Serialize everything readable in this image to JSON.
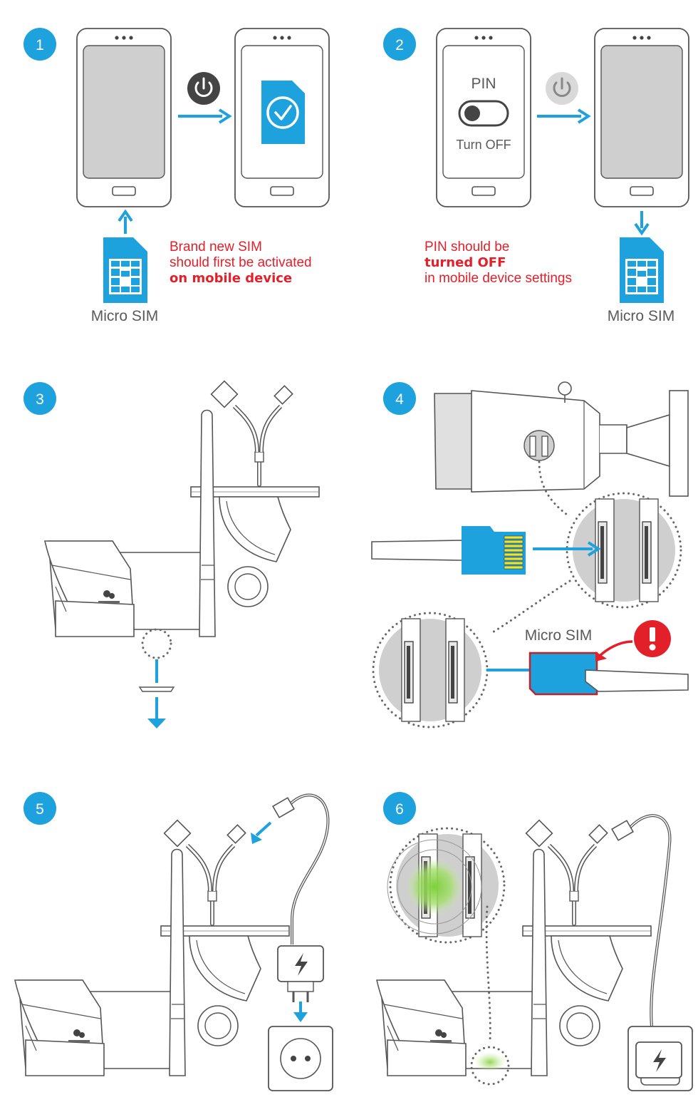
{
  "colors": {
    "accent": "#1ea2dd",
    "red": "#e3202a",
    "outline": "#555555",
    "screen": "#cfcfcf",
    "green": "#7ecf3a"
  },
  "steps": [
    {
      "number": "1"
    },
    {
      "number": "2"
    },
    {
      "number": "3"
    },
    {
      "number": "4"
    },
    {
      "number": "5"
    },
    {
      "number": "6"
    }
  ],
  "step1": {
    "sim_label": "Micro SIM",
    "note": [
      "Brand new SIM",
      "should first be activated",
      "on mobile device"
    ],
    "icons": [
      "power-icon",
      "sim-check-icon"
    ]
  },
  "step2": {
    "pin_title": "PIN",
    "toggle_label": "Turn OFF",
    "sim_label": "Micro SIM",
    "note": [
      "PIN should be",
      "turned OFF",
      "in mobile device settings"
    ],
    "icons": [
      "power-icon",
      "toggle-icon"
    ]
  },
  "step4": {
    "sim_label": "Micro SIM",
    "icons": [
      "microsd-card-icon",
      "alert-icon"
    ]
  },
  "step5": {
    "icons": [
      "power-adapter-icon",
      "lightning-icon",
      "wall-socket-icon"
    ]
  },
  "step6": {
    "icons": [
      "status-led-icon",
      "power-adapter-icon"
    ]
  }
}
